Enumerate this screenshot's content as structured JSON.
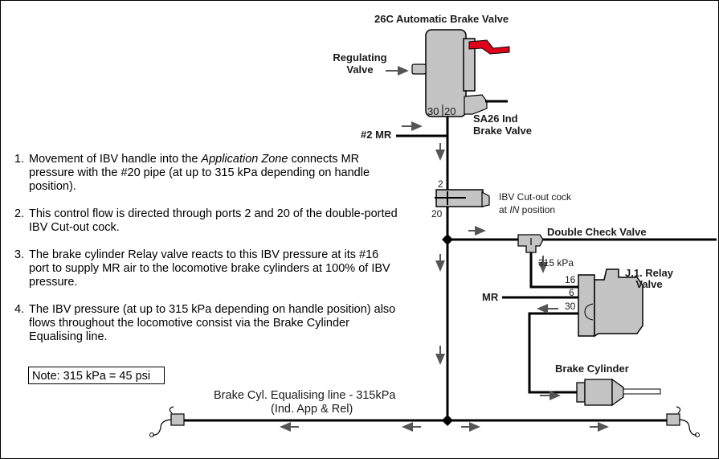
{
  "labels": {
    "automatic_brake_valve": "26C Automatic Brake Valve",
    "regulating_valve": "Regulating\nValve",
    "port_30": "30",
    "port_20": "20",
    "sa26_valve": "SA26 Ind\nBrake Valve",
    "mr2": "#2 MR",
    "cutout_port_2": "2",
    "cutout_port_20": "20",
    "ibv_cutout": "IBV Cut-out cock",
    "ibv_in_position_prefix": "at ",
    "ibv_in_position_em": "IN",
    "ibv_in_position_suffix": " position",
    "double_check_valve": "Double Check Valve",
    "pressure_315": "315 kPa",
    "relay_port_16": "16",
    "relay_port_6": "6",
    "relay_port_30": "30",
    "mr": "MR",
    "relay_valve": "J.1. Relay\nValve",
    "brake_cylinder": "Brake Cylinder",
    "equalising_line": "Brake Cyl. Equalising line - 315kPa",
    "equalising_sub": "(Ind. App & Rel)"
  },
  "steps": [
    {
      "num": "1.",
      "pre": "Movement of IBV handle into the ",
      "em": "Application Zone",
      "post": " connects MR pressure with the #20 pipe (at up to 315 kPa depending on handle position)."
    },
    {
      "num": "2.",
      "pre": "This  control flow is directed through ports 2 and 20 of the double-ported IBV Cut-out cock.",
      "em": "",
      "post": ""
    },
    {
      "num": "3.",
      "pre": "The brake cylinder Relay valve reacts to this IBV pressure at its #16 port to supply MR air to the locomotive brake cylinders at 100% of IBV pressure.",
      "em": "",
      "post": ""
    },
    {
      "num": "4.",
      "pre": "The IBV pressure (at up to 315 kPa depending on handle position) also flows throughout the locomotive consist via the Brake Cylinder Equalising line.",
      "em": "",
      "post": ""
    }
  ],
  "note": "Note: 315 kPa = 45 psi",
  "colors": {
    "pipe": "#000000",
    "component": "#c4c4c4",
    "handle": "#e0001b",
    "arrow": "#666666"
  }
}
